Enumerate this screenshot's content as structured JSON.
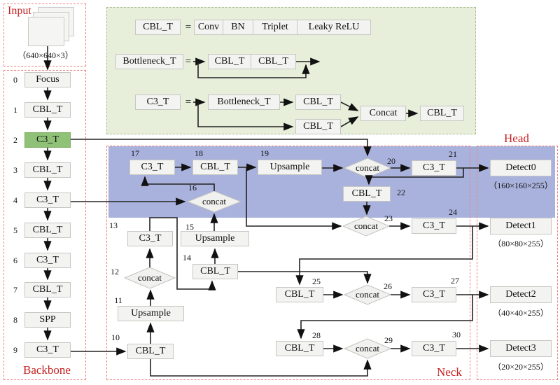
{
  "figure": {
    "type": "network-architecture-diagram"
  },
  "input": {
    "title": "Input",
    "dims": "（640×640×3）"
  },
  "backbone": {
    "label": "Backbone",
    "layers": [
      {
        "num": "0",
        "label": "Focus"
      },
      {
        "num": "1",
        "label": "CBL_T"
      },
      {
        "num": "2",
        "label": "C3_T",
        "highlighted": true
      },
      {
        "num": "3",
        "label": "CBL_T"
      },
      {
        "num": "4",
        "label": "C3_T"
      },
      {
        "num": "5",
        "label": "CBL_T"
      },
      {
        "num": "6",
        "label": "C3_T"
      },
      {
        "num": "7",
        "label": "CBL_T"
      },
      {
        "num": "8",
        "label": "SPP"
      },
      {
        "num": "9",
        "label": "C3_T"
      }
    ]
  },
  "legend": {
    "eq": "=",
    "cbl": {
      "name": "CBL_T",
      "parts": [
        "Conv",
        "BN",
        "Triplet",
        "Leaky ReLU"
      ]
    },
    "bottleneck": {
      "name": "Bottleneck_T",
      "parts": [
        "CBL_T",
        "CBL_T"
      ]
    },
    "c3": {
      "name": "C3_T",
      "bottleneck": "Bottleneck_T",
      "cbl_top": "CBL_T",
      "cbl_bottom": "CBL_T",
      "concat": "Concat",
      "out": "CBL_T"
    }
  },
  "neck": {
    "label": "Neck"
  },
  "head": {
    "label": "Head",
    "detects": [
      {
        "name": "Detect0",
        "dims": "（160×160×255）"
      },
      {
        "name": "Detect1",
        "dims": "（80×80×255）"
      },
      {
        "name": "Detect2",
        "dims": "（40×40×255）"
      },
      {
        "name": "Detect3",
        "dims": "（20×20×255）"
      }
    ]
  },
  "nodes": {
    "10": {
      "num": "10",
      "label": "CBL_T"
    },
    "11": {
      "num": "11",
      "label": "Upsample"
    },
    "12": {
      "num": "12",
      "label": "concat"
    },
    "13": {
      "num": "13",
      "label": "C3_T"
    },
    "14": {
      "num": "14",
      "label": "CBL_T"
    },
    "15": {
      "num": "15",
      "label": "Upsample"
    },
    "16": {
      "num": "16",
      "label": "concat"
    },
    "17": {
      "num": "17",
      "label": "C3_T"
    },
    "18": {
      "num": "18",
      "label": "CBL_T"
    },
    "19": {
      "num": "19",
      "label": "Upsample"
    },
    "20": {
      "num": "20",
      "label": "concat"
    },
    "21": {
      "num": "21",
      "label": "C3_T"
    },
    "22": {
      "num": "22",
      "label": "CBL_T"
    },
    "23": {
      "num": "23",
      "label": "concat"
    },
    "24": {
      "num": "24",
      "label": "C3_T"
    },
    "25": {
      "num": "25",
      "label": "CBL_T"
    },
    "26": {
      "num": "26",
      "label": "concat"
    },
    "27": {
      "num": "27",
      "label": "C3_T"
    },
    "28": {
      "num": "28",
      "label": "CBL_T"
    },
    "29": {
      "num": "29",
      "label": "concat"
    },
    "30": {
      "num": "30",
      "label": "C3_T"
    }
  },
  "colors": {
    "region_border_red": "#ec837c",
    "label_red": "#c52222",
    "legend_bg": "#e7efdb",
    "legend_border": "#a9bc8f",
    "head_band_blue": "#a9b2dc",
    "node_bg": "#f3f3f1",
    "node_border": "#c6c6c2",
    "highlight_green": "#8fc277",
    "wire": "#222222"
  }
}
